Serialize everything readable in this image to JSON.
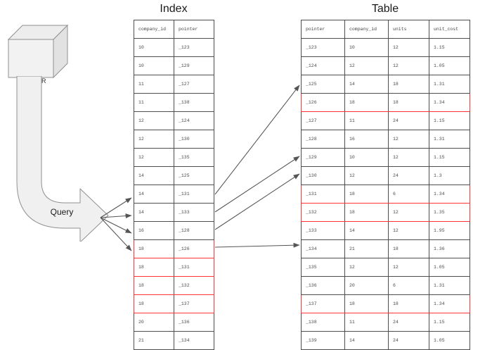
{
  "titles": {
    "index": "Index",
    "table": "Table"
  },
  "actors": {
    "user_label": "USER",
    "query_label": "Query"
  },
  "colors": {
    "highlight": "#ff3333",
    "border": "#4d4d4d",
    "shape_fill": "#f0f0f0",
    "shape_stroke": "#909090",
    "arrow": "#555555",
    "background": "#ffffff"
  },
  "index_table": {
    "headers": [
      "company_id",
      "pointer"
    ],
    "rows": [
      {
        "company_id": "10",
        "pointer": "_123",
        "highlight": false
      },
      {
        "company_id": "10",
        "pointer": "_129",
        "highlight": false
      },
      {
        "company_id": "11",
        "pointer": "_127",
        "highlight": false
      },
      {
        "company_id": "11",
        "pointer": "_138",
        "highlight": false
      },
      {
        "company_id": "12",
        "pointer": "_124",
        "highlight": false
      },
      {
        "company_id": "12",
        "pointer": "_130",
        "highlight": false
      },
      {
        "company_id": "12",
        "pointer": "_135",
        "highlight": false
      },
      {
        "company_id": "14",
        "pointer": "_125",
        "highlight": false
      },
      {
        "company_id": "14",
        "pointer": "_131",
        "highlight": false
      },
      {
        "company_id": "14",
        "pointer": "_133",
        "highlight": false
      },
      {
        "company_id": "16",
        "pointer": "_128",
        "highlight": false
      },
      {
        "company_id": "18",
        "pointer": "_126",
        "highlight": true
      },
      {
        "company_id": "18",
        "pointer": "_131",
        "highlight": true
      },
      {
        "company_id": "18",
        "pointer": "_132",
        "highlight": true
      },
      {
        "company_id": "18",
        "pointer": "_137",
        "highlight": true
      },
      {
        "company_id": "20",
        "pointer": "_136",
        "highlight": false
      },
      {
        "company_id": "21",
        "pointer": "_134",
        "highlight": false
      }
    ]
  },
  "data_table": {
    "headers": [
      "pointer",
      "company_id",
      "units",
      "unit_cost"
    ],
    "rows": [
      {
        "pointer": "_123",
        "company_id": "10",
        "units": "12",
        "unit_cost": "1.15",
        "highlight": false
      },
      {
        "pointer": "_124",
        "company_id": "12",
        "units": "12",
        "unit_cost": "1.05",
        "highlight": false
      },
      {
        "pointer": "_125",
        "company_id": "14",
        "units": "18",
        "unit_cost": "1.31",
        "highlight": false
      },
      {
        "pointer": "_126",
        "company_id": "18",
        "units": "18",
        "unit_cost": "1.34",
        "highlight": true
      },
      {
        "pointer": "_127",
        "company_id": "11",
        "units": "24",
        "unit_cost": "1.15",
        "highlight": false
      },
      {
        "pointer": "_128",
        "company_id": "16",
        "units": "12",
        "unit_cost": "1.31",
        "highlight": false
      },
      {
        "pointer": "_129",
        "company_id": "10",
        "units": "12",
        "unit_cost": "1.15",
        "highlight": false
      },
      {
        "pointer": "_130",
        "company_id": "12",
        "units": "24",
        "unit_cost": "1.3",
        "highlight": false
      },
      {
        "pointer": "_131",
        "company_id": "18",
        "units": "6",
        "unit_cost": "1.34",
        "highlight": true
      },
      {
        "pointer": "_132",
        "company_id": "18",
        "units": "12",
        "unit_cost": "1.35",
        "highlight": true
      },
      {
        "pointer": "_133",
        "company_id": "14",
        "units": "12",
        "unit_cost": "1.95",
        "highlight": false
      },
      {
        "pointer": "_134",
        "company_id": "21",
        "units": "18",
        "unit_cost": "1.36",
        "highlight": false
      },
      {
        "pointer": "_135",
        "company_id": "12",
        "units": "12",
        "unit_cost": "1.05",
        "highlight": false
      },
      {
        "pointer": "_136",
        "company_id": "20",
        "units": "6",
        "unit_cost": "1.31",
        "highlight": false
      },
      {
        "pointer": "_137",
        "company_id": "18",
        "units": "18",
        "unit_cost": "1.34",
        "highlight": true
      },
      {
        "pointer": "_138",
        "company_id": "11",
        "units": "24",
        "unit_cost": "1.15",
        "highlight": false
      },
      {
        "pointer": "_139",
        "company_id": "14",
        "units": "24",
        "unit_cost": "1.05",
        "highlight": false
      }
    ]
  }
}
